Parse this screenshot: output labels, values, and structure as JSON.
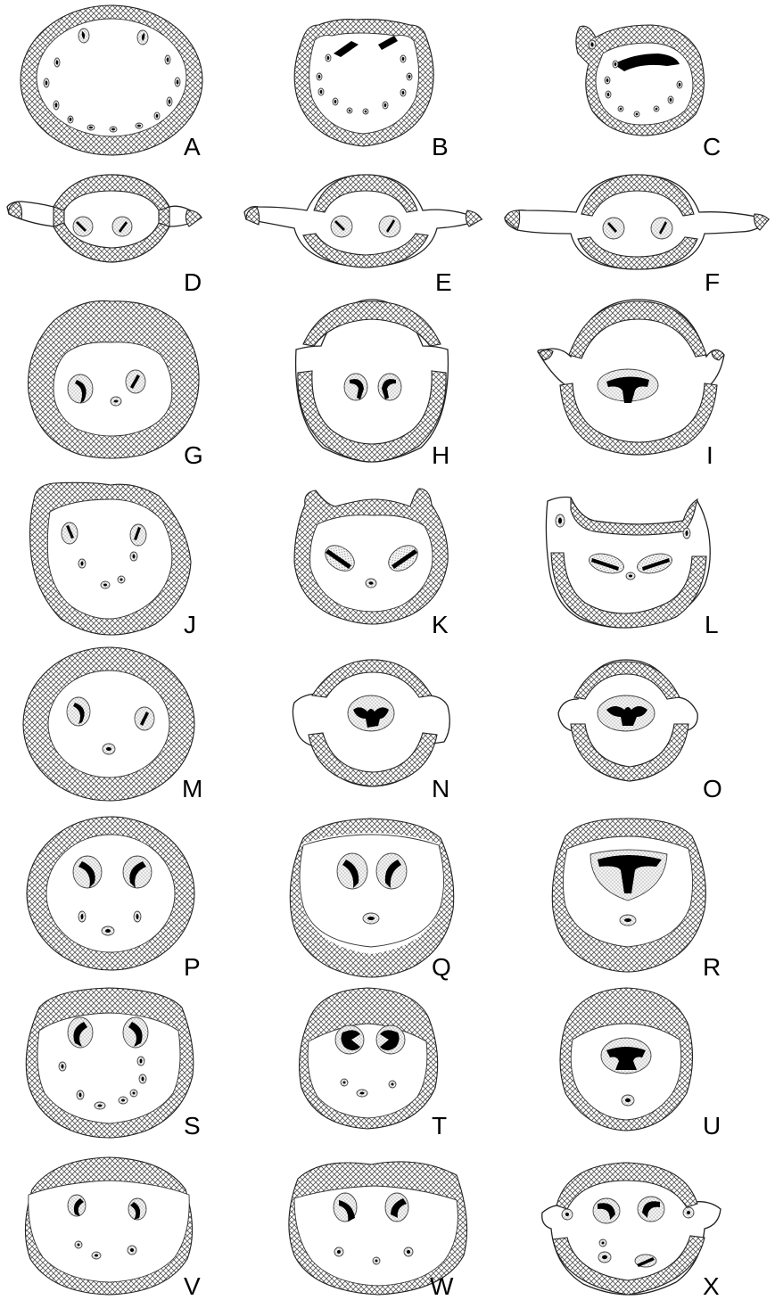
{
  "figure": {
    "panels": [
      {
        "label": "A"
      },
      {
        "label": "B"
      },
      {
        "label": "C"
      },
      {
        "label": "D"
      },
      {
        "label": "E"
      },
      {
        "label": "F"
      },
      {
        "label": "G"
      },
      {
        "label": "H"
      },
      {
        "label": "I"
      },
      {
        "label": "J"
      },
      {
        "label": "K"
      },
      {
        "label": "L"
      },
      {
        "label": "M"
      },
      {
        "label": "N"
      },
      {
        "label": "O"
      },
      {
        "label": "P"
      },
      {
        "label": "Q"
      },
      {
        "label": "R"
      },
      {
        "label": "S"
      },
      {
        "label": "T"
      },
      {
        "label": "U"
      },
      {
        "label": "V"
      },
      {
        "label": "W"
      },
      {
        "label": "X"
      }
    ]
  }
}
